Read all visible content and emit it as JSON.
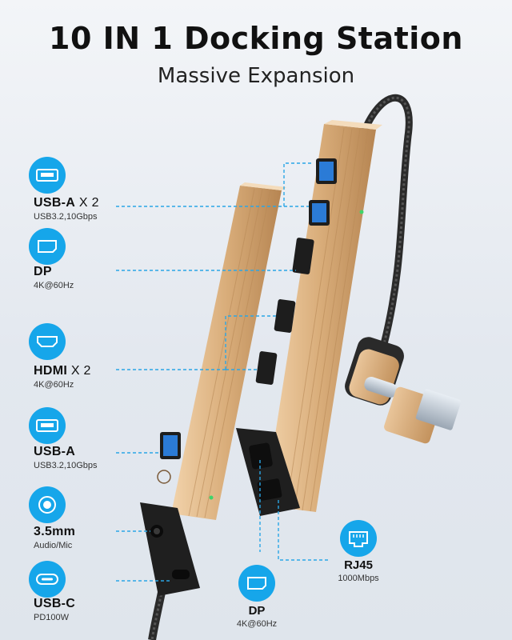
{
  "header": {
    "title": "10 IN 1 Docking Station",
    "subtitle": "Massive Expansion"
  },
  "ports": [
    {
      "id": "usb-a-x2",
      "name": "USB-A",
      "multiplier": " X 2",
      "spec": "USB3.2,10Gbps",
      "icon": "usb-a-icon"
    },
    {
      "id": "dp-left",
      "name": "DP",
      "multiplier": "",
      "spec": "4K@60Hz",
      "icon": "displayport-icon"
    },
    {
      "id": "hdmi-x2",
      "name": "HDMI",
      "multiplier": " X 2",
      "spec": "4K@60Hz",
      "icon": "hdmi-icon"
    },
    {
      "id": "usb-a",
      "name": "USB-A",
      "multiplier": "",
      "spec": "USB3.2,10Gbps",
      "icon": "usb-a-icon"
    },
    {
      "id": "audio",
      "name": "3.5mm",
      "multiplier": "",
      "spec": "Audio/Mic",
      "icon": "audio-jack-icon"
    },
    {
      "id": "usb-c",
      "name": "USB-C",
      "multiplier": "",
      "spec": "PD100W",
      "icon": "usb-c-icon"
    },
    {
      "id": "dp-bottom",
      "name": "DP",
      "multiplier": "",
      "spec": "4K@60Hz",
      "icon": "displayport-icon"
    },
    {
      "id": "rj45",
      "name": "RJ45",
      "multiplier": "",
      "spec": "1000Mbps",
      "icon": "ethernet-icon"
    }
  ],
  "colors": {
    "accent": "#16a6ea",
    "body_gold": "#d9b07e",
    "body_dark": "#222222",
    "leader_line": "#2aa6e6"
  }
}
